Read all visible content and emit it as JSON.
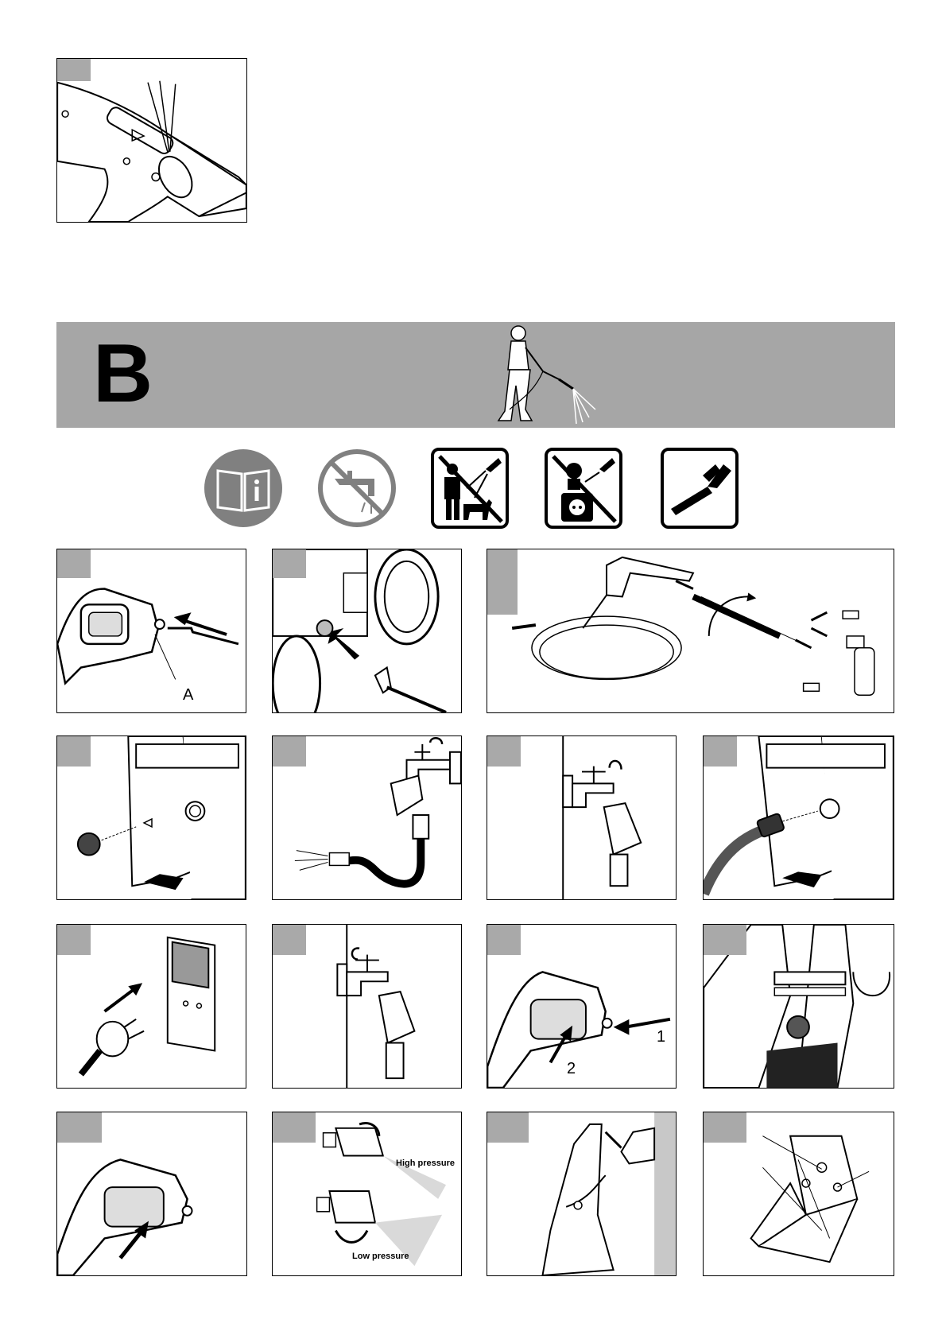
{
  "section": {
    "letter": "B"
  },
  "safety_icons": [
    "read-manual-icon",
    "no-drinking-water-connection-icon",
    "no-spraying-people-animals-icon",
    "no-spraying-electrical-icon",
    "hold-gun-firmly-icon"
  ],
  "labels": {
    "gun_part_a": "A",
    "arrow_1": "1",
    "arrow_2": "2",
    "high_pressure": "High pressure",
    "low_pressure": "Low pressure"
  },
  "colors": {
    "tab_gray": "#a9a9a9",
    "banner_gray": "#a6a6a6",
    "icon_gray": "#808080"
  }
}
